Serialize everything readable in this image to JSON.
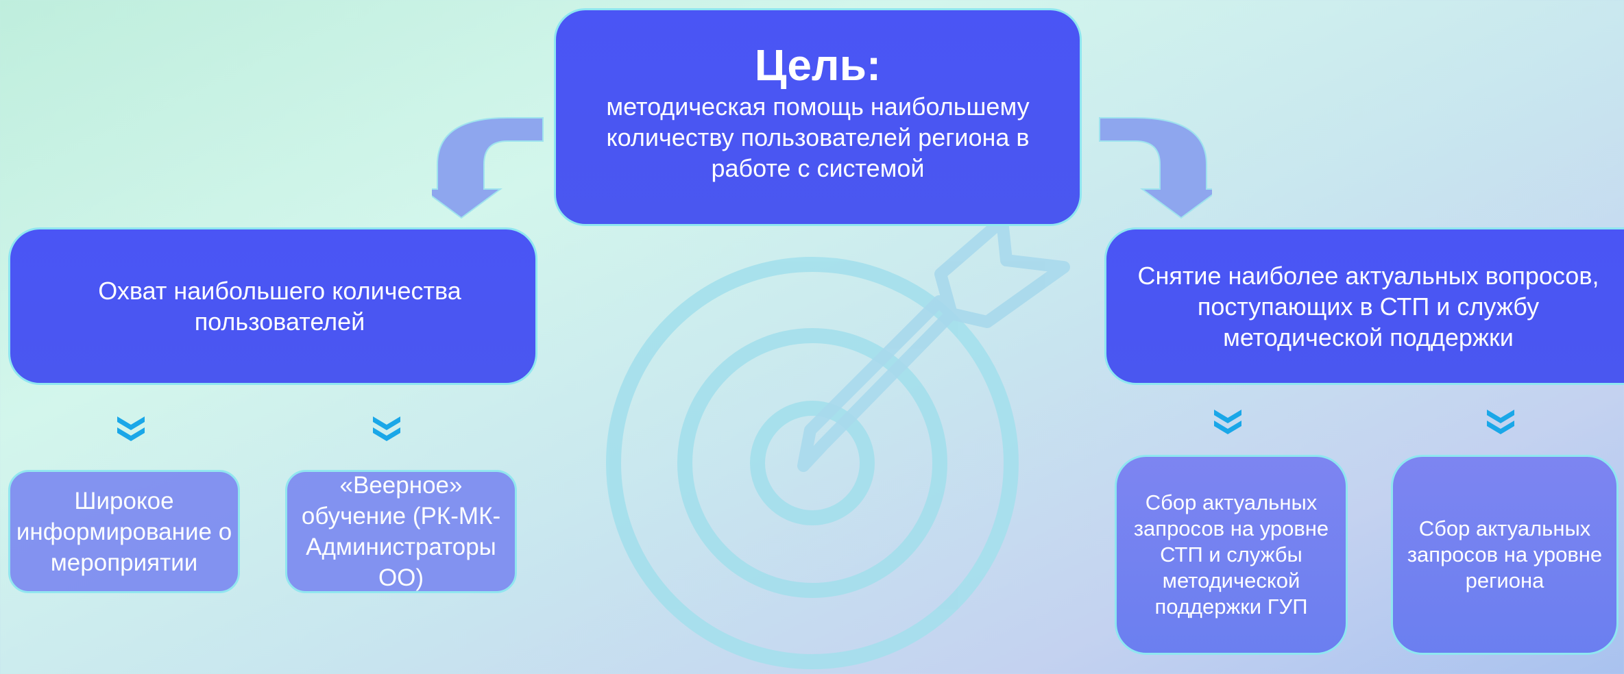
{
  "colors": {
    "main_box": "#4a55f5",
    "sub_box": "#7f8ef1",
    "border": "#8fe6f0",
    "chevron": "#1aa7e8",
    "arrow": "#8ea6ee",
    "target": "#9fdcec"
  },
  "goal": {
    "title": "Цель:",
    "text": "методическая помощь наибольшему количеству пользователей региона в работе с системой"
  },
  "left_branch": {
    "text": "Охват наибольшего количества пользователей",
    "children": [
      {
        "text": "Широкое информирование о мероприятии"
      },
      {
        "text": "«Веерное» обучение (РК-МК-Администраторы ОО)"
      }
    ]
  },
  "right_branch": {
    "text": "Снятие наиболее актуальных вопросов, поступающих в СТП и службу методической поддержки",
    "children": [
      {
        "text": "Сбор актуальных запросов на уровне СТП и службы методической поддержки ГУП"
      },
      {
        "text": "Сбор актуальных запросов на уровне региона"
      }
    ]
  },
  "icons": {
    "background": "target-arrow-icon",
    "connector": "curved-arrow-icon",
    "step": "double-chevron-down-icon"
  }
}
